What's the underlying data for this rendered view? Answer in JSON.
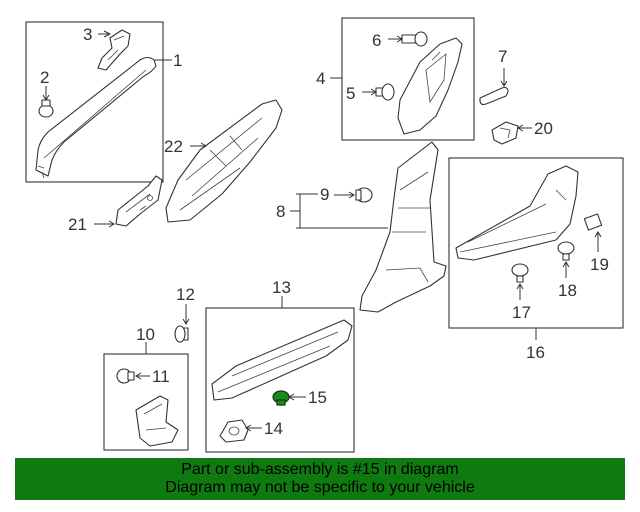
{
  "callouts": {
    "c1": "1",
    "c2": "2",
    "c3": "3",
    "c4": "4",
    "c5": "5",
    "c6": "6",
    "c7": "7",
    "c8": "8",
    "c9": "9",
    "c10": "10",
    "c11": "11",
    "c12": "12",
    "c13": "13",
    "c14": "14",
    "c15": "15",
    "c16": "16",
    "c17": "17",
    "c18": "18",
    "c19": "19",
    "c20": "20",
    "c21": "21",
    "c22": "22"
  },
  "highlight_part": "15",
  "colors": {
    "highlight": "#1c8a1c",
    "banner_bg": "#0f7a0f",
    "line": "#333333"
  },
  "banner": {
    "line1": "Part or sub-assembly is #15 in diagram",
    "line2": "Diagram may not be specific to your vehicle"
  }
}
